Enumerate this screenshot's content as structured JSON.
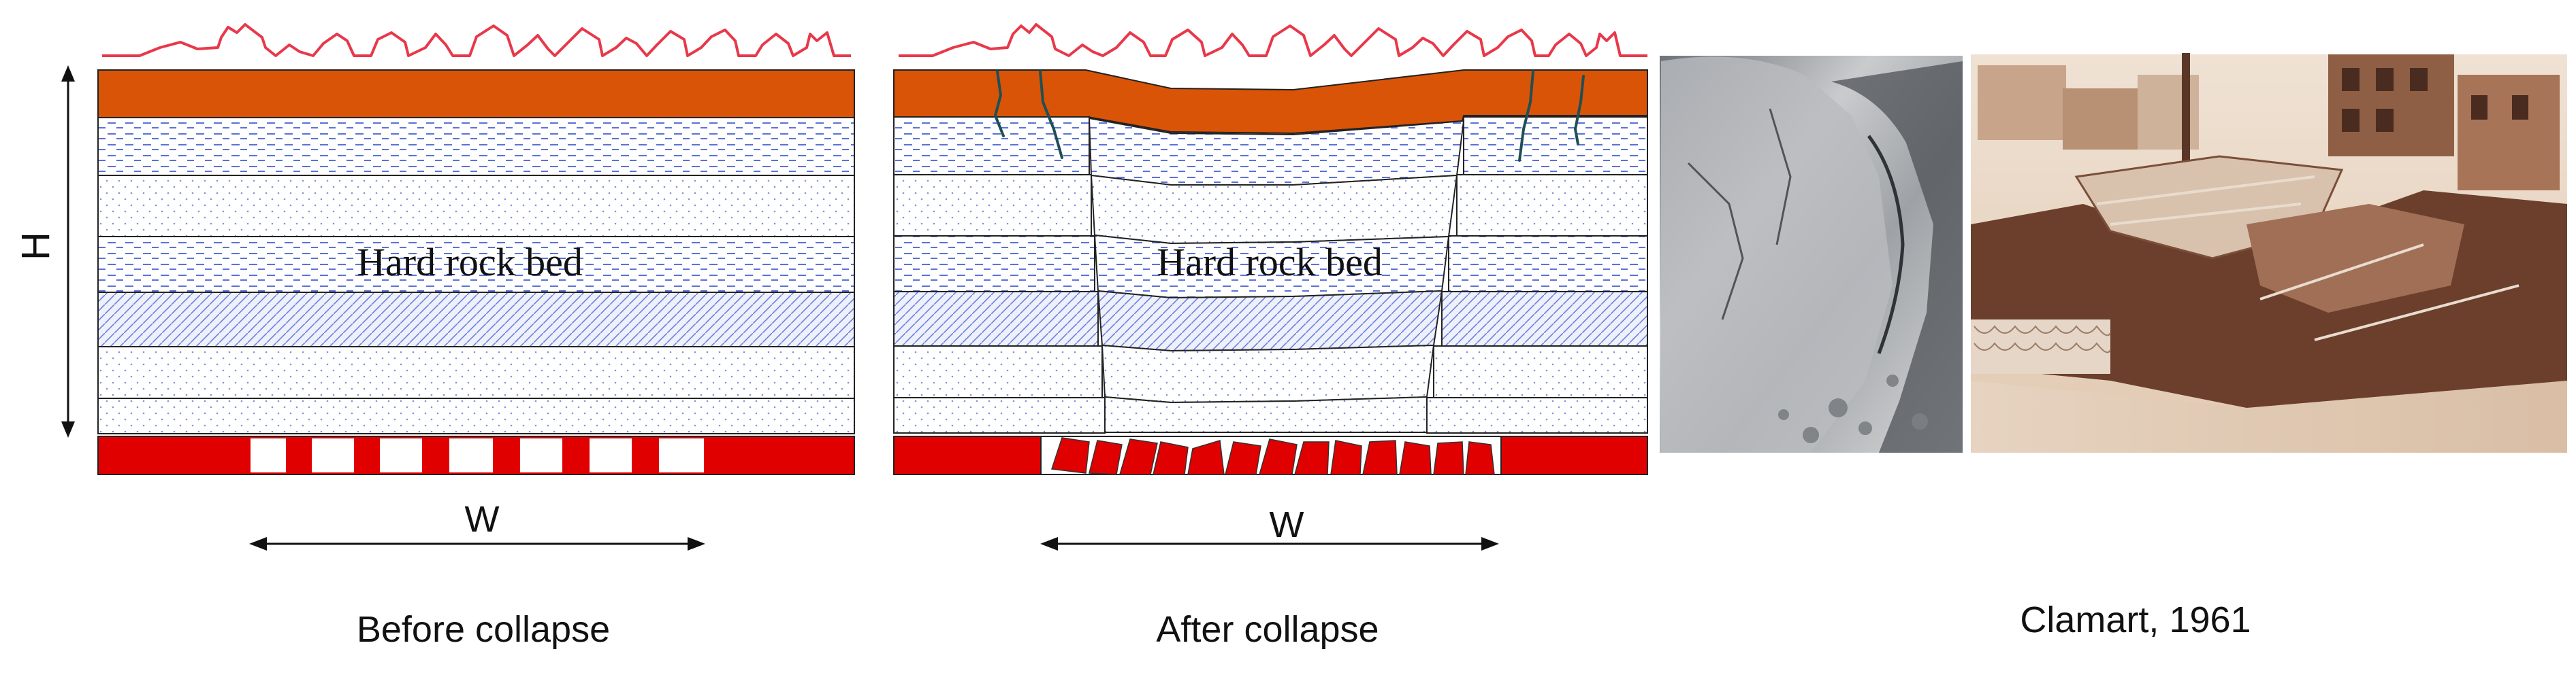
{
  "labels": {
    "h": "H",
    "w_before": "W",
    "w_after": "W",
    "bed_before": "Hard rock bed",
    "bed_after": "Hard rock bed",
    "caption_before": "Before collapse",
    "caption_after": "After collapse",
    "caption_photo": "Clamart, 1961"
  },
  "colors": {
    "surface_soil": "#d95407",
    "mine_red": "#e00000",
    "skyline": "#e8384a",
    "dots": "#5a73d6",
    "crack": "#1f4f55",
    "outline": "#222222"
  }
}
